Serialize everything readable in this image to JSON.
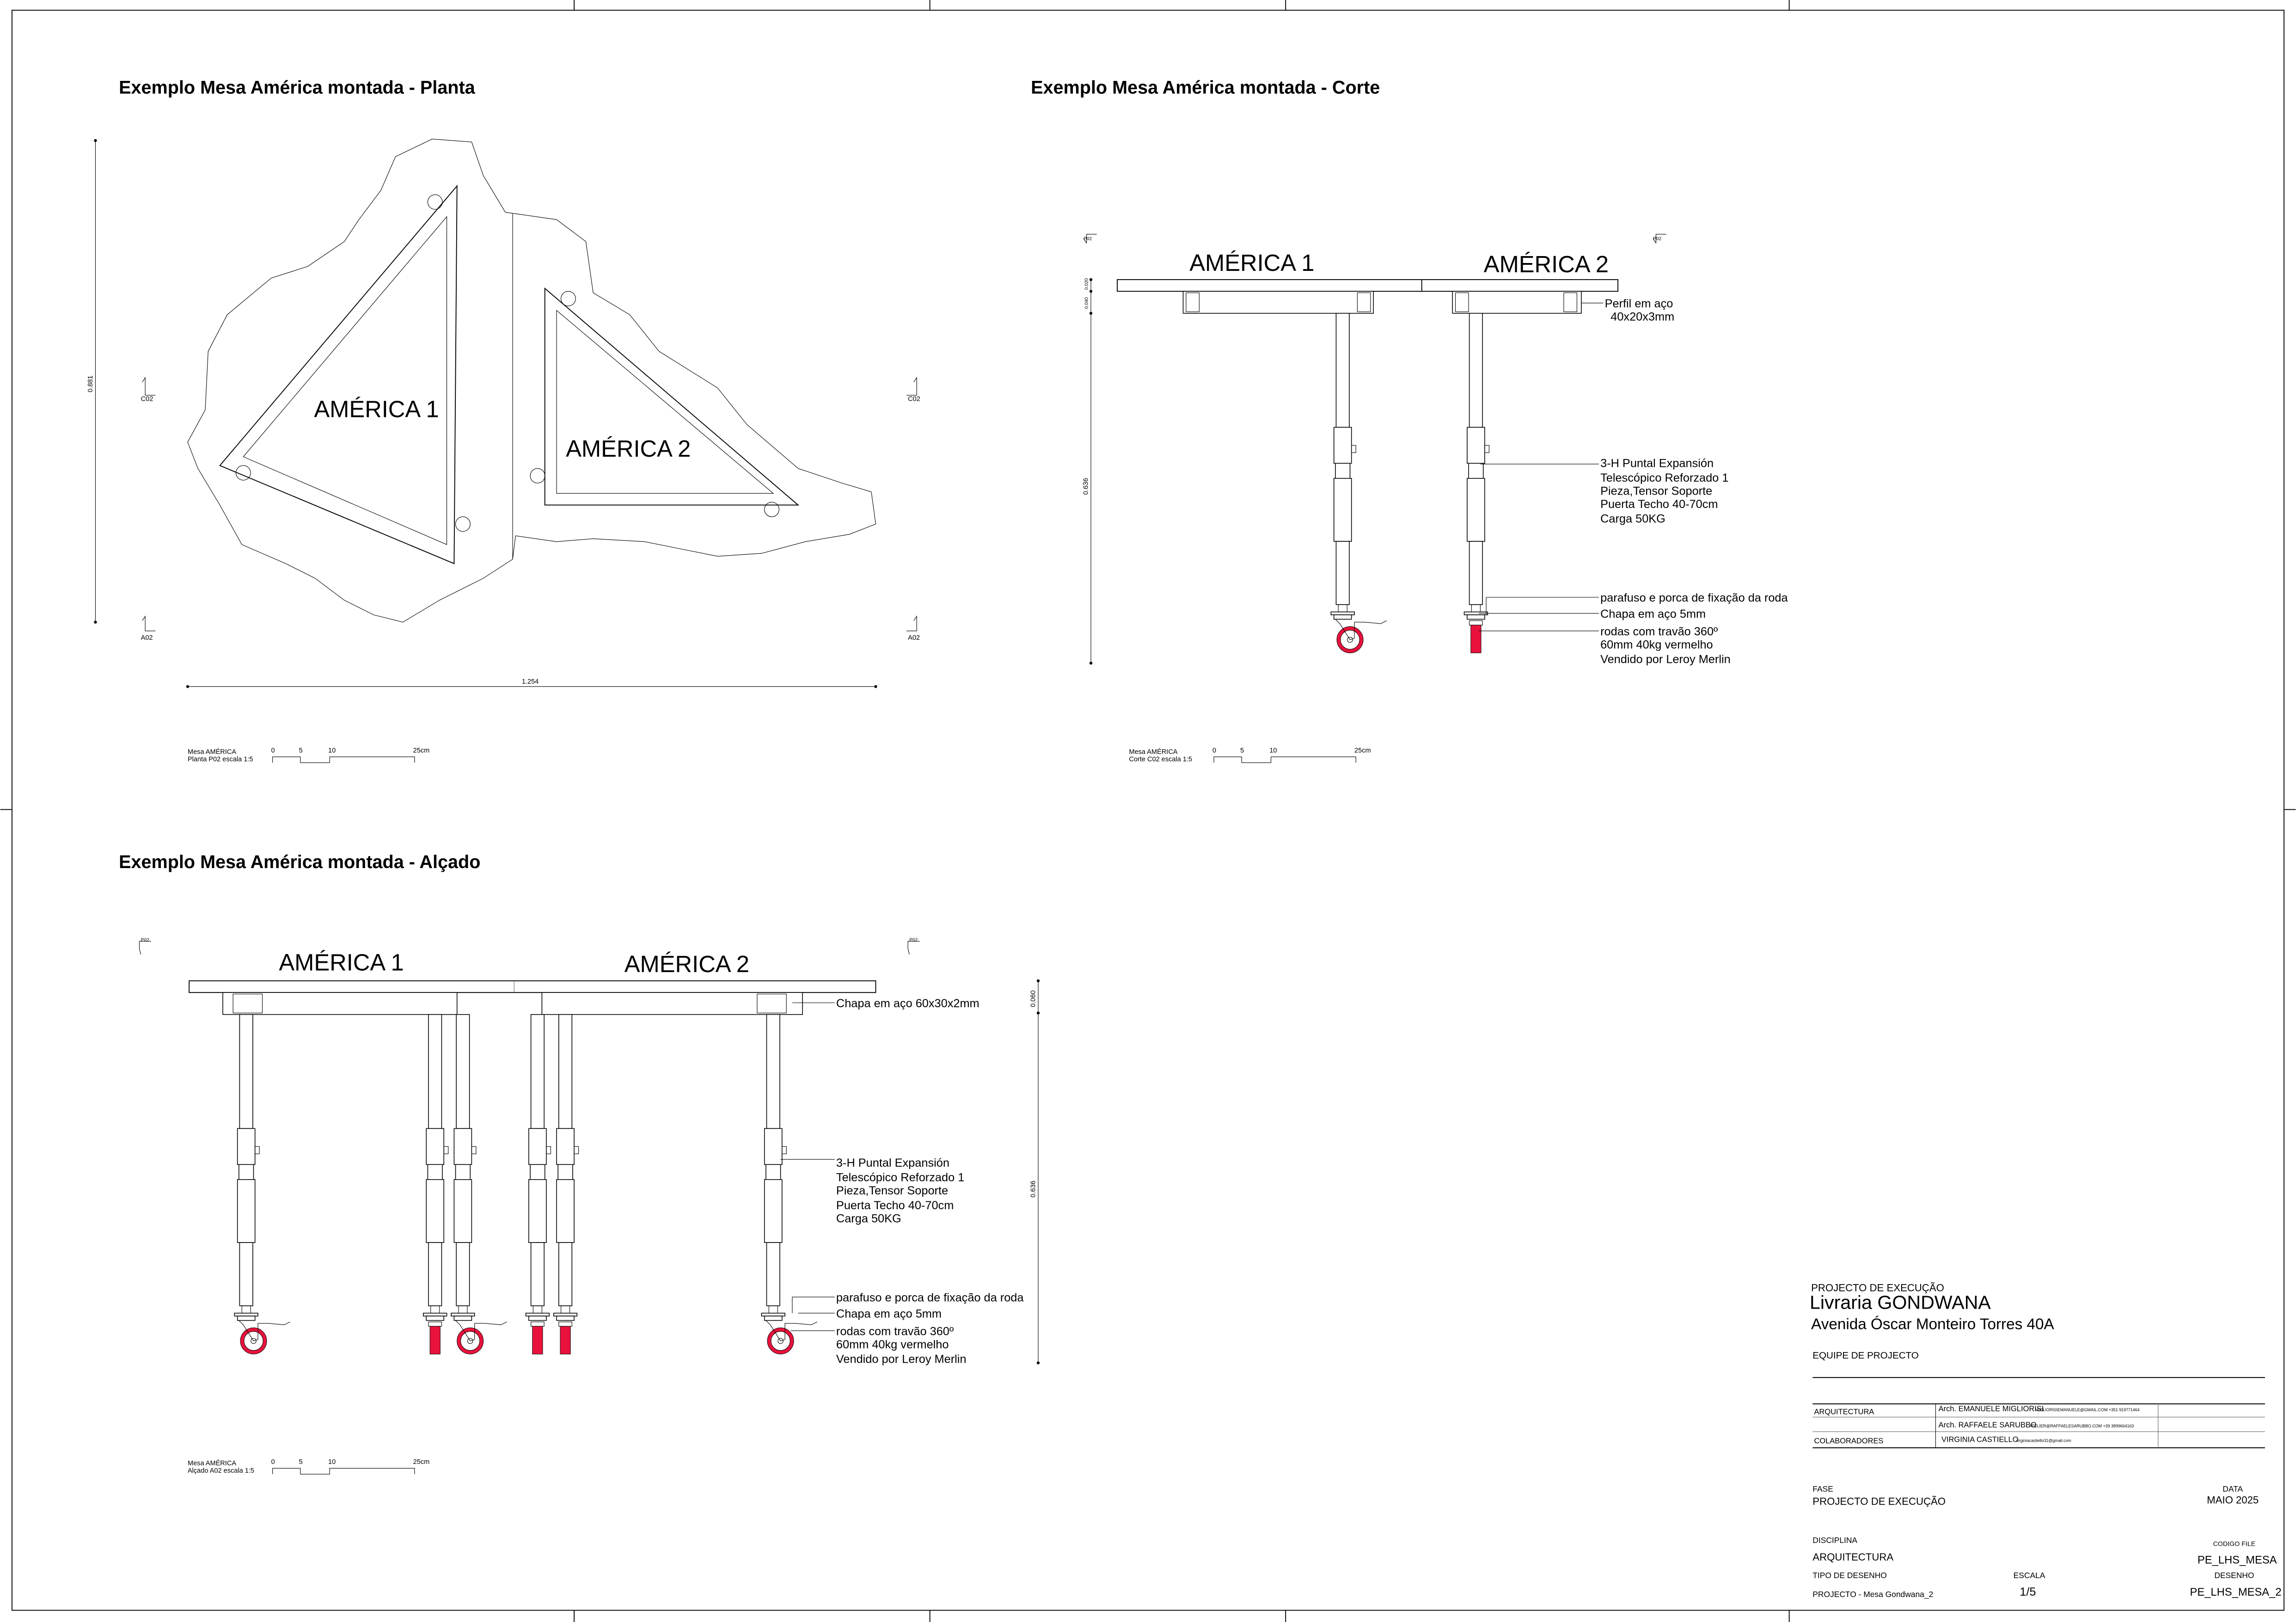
{
  "colors": {
    "tabletop": "#ddd0c8",
    "wheel": "#e8123c"
  },
  "plan": {
    "title": "Exemplo Mesa América montada - Planta",
    "label_1": "AMÉRICA 1",
    "label_2": "AMÉRICA 2",
    "dim_height": "0.881",
    "dim_width": "1.254",
    "section_mark": "C02",
    "elevation_mark": "A02",
    "scale": {
      "line1": "Mesa AMÉRICA",
      "line2": "Planta P02 escala 1:5",
      "ticks": [
        "0",
        "5",
        "10",
        "25cm"
      ]
    }
  },
  "section": {
    "title": "Exemplo Mesa América montada - Corte",
    "label_1": "AMÉRICA 1",
    "label_2": "AMÉRICA 2",
    "plan_mark": "P02",
    "dim_top": "0.020",
    "dim_profile": "0.040",
    "dim_height": "0.636",
    "callouts": {
      "profile": [
        "Perfil em aço",
        "40x20x3mm"
      ],
      "strut": [
        "3-H Puntal Expansión",
        "Telescópico Reforzado 1",
        "Pieza,Tensor Soporte",
        "Puerta Techo 40-70cm",
        "Carga 50KG"
      ],
      "bolt": "parafuso e porca de fixação da roda",
      "plate": "Chapa em aço 5mm",
      "wheel": [
        "rodas com travão 360º",
        "60mm 40kg vermelho",
        "Vendido por Leroy Merlin"
      ]
    },
    "scale": {
      "line1": "Mesa AMÉRICA",
      "line2": "Corte C02 escala 1:5",
      "ticks": [
        "0",
        "5",
        "10",
        "25cm"
      ]
    }
  },
  "elevation": {
    "title": "Exemplo Mesa América montada - Alçado",
    "label_1": "AMÉRICA 1",
    "label_2": "AMÉRICA 2",
    "plan_mark": "P02",
    "dim_top": "0.060",
    "dim_height": "0.636",
    "callouts": {
      "plate60": "Chapa em aço 60x30x2mm",
      "strut": [
        "3-H Puntal Expansión",
        "Telescópico Reforzado 1",
        "Pieza,Tensor Soporte",
        "Puerta Techo 40-70cm",
        "Carga 50KG"
      ],
      "bolt": "parafuso e porca de fixação da roda",
      "plate": "Chapa em aço 5mm",
      "wheel": [
        "rodas com travão 360º",
        "60mm 40kg vermelho",
        "Vendido por Leroy Merlin"
      ]
    },
    "scale": {
      "line1": "Mesa AMÉRICA",
      "line2": "Alçado A02 escala 1:5",
      "ticks": [
        "0",
        "5",
        "10",
        "25cm"
      ]
    }
  },
  "title_block": {
    "phase_header": "PROJECTO DE EXECUÇÃO",
    "project_name": "Livraria GONDWANA",
    "address": "Avenida Óscar Monteiro Torres 40A",
    "team_label": "EQUIPE DE PROJECTO",
    "team": [
      {
        "role": "ARQUITECTURA",
        "name": "Arch. EMANUELE MIGLIORISI",
        "contact": "MIGLIORISIEMANUELE@GMAIL.COM  +351 919771464"
      },
      {
        "role": "",
        "name": "Arch. RAFFAELE SARUBBO",
        "contact": "ATELIER@RAFFAELESARUBBO.COM  +39 3899664163"
      },
      {
        "role": "COLABORADORES",
        "name": "VIRGINIA  CASTIELLO",
        "contact": "virginiacastiello31@gmail.com"
      }
    ],
    "fase_label": "FASE",
    "fase_value": "PROJECTO DE EXECUÇÃO",
    "data_label": "DATA",
    "data_value": "MAIO 2025",
    "disciplina_label": "DISCIPLINA",
    "disciplina_value": "ARQUITECTURA",
    "codigo_label": "CODIGO FILE",
    "codigo_value": "PE_LHS_MESA",
    "tipo_label": "TIPO DE DESENHO",
    "tipo_value": "PROJECTO - Mesa Gondwana_2",
    "escala_label": "ESCALA",
    "escala_value": "1/5",
    "desenho_label": "DESENHO",
    "desenho_value": "PE_LHS_MESA_2"
  }
}
